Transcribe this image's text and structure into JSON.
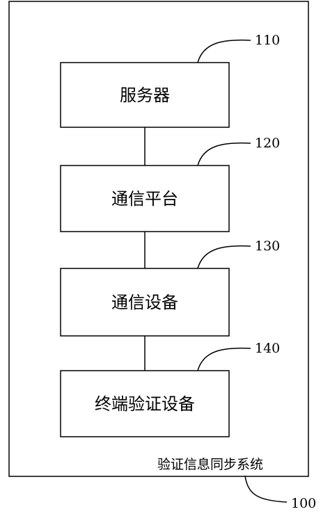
{
  "system": {
    "name": "验证信息同步系统",
    "ref": "100"
  },
  "boxes": [
    {
      "label": "服务器",
      "ref": "110"
    },
    {
      "label": "通信平台",
      "ref": "120"
    },
    {
      "label": "通信设备",
      "ref": "130"
    },
    {
      "label": "终端验证设备",
      "ref": "140"
    }
  ]
}
